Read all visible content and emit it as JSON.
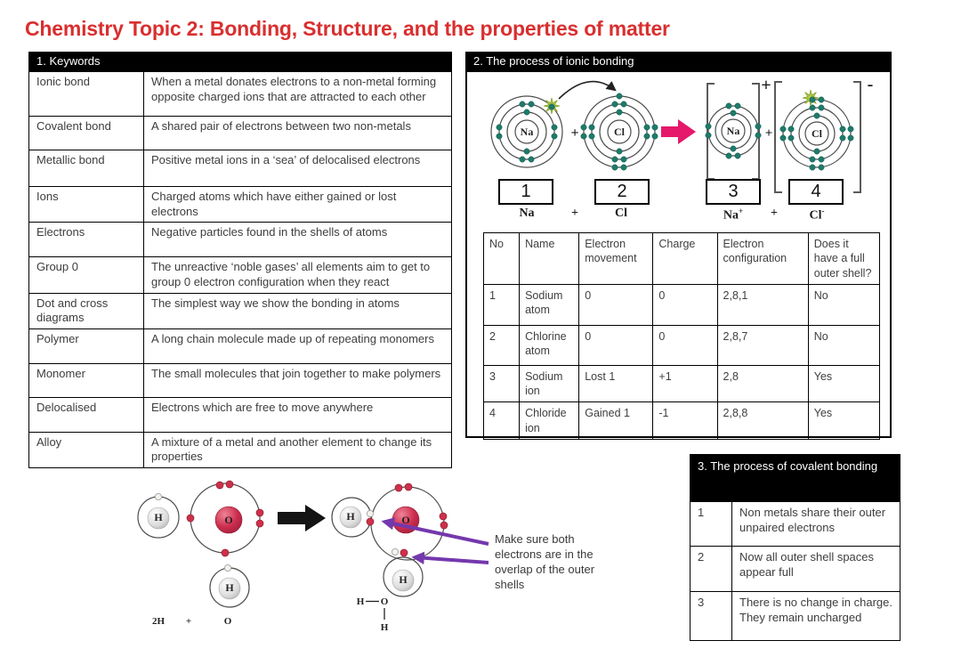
{
  "title": "Chemistry Topic 2: Bonding, Structure, and the properties of matter",
  "keywords": {
    "header": "1. Keywords",
    "rows": [
      [
        "Ionic bond",
        "When a metal donates electrons to a non-metal forming opposite charged ions that are attracted to each other"
      ],
      [
        "Covalent bond",
        "A shared pair of electrons between two non-metals"
      ],
      [
        "Metallic bond",
        "Positive metal ions in a ‘sea’ of delocalised electrons"
      ],
      [
        "Ions",
        "Charged atoms which have either gained or lost electrons"
      ],
      [
        "Electrons",
        "Negative particles found in the shells of atoms"
      ],
      [
        "Group 0",
        "The unreactive ‘noble gases’ all elements aim to get to group 0 electron configuration when they react"
      ],
      [
        "Dot and cross diagrams",
        "The simplest way we show the bonding in atoms"
      ],
      [
        "Polymer",
        "A long chain molecule made up of repeating monomers"
      ],
      [
        "Monomer",
        "The small molecules that join together to make polymers"
      ],
      [
        "Delocalised",
        "Electrons which are free to move anywhere"
      ],
      [
        "Alloy",
        "A mixture of a metal and another element to change its properties"
      ]
    ]
  },
  "ionic": {
    "header": "2. The process of ionic bonding",
    "diagram": {
      "na": "Na",
      "cl": "Cl",
      "plus": "+",
      "big_plus": "+",
      "big_minus": "-",
      "boxes": [
        "1",
        "2",
        "3",
        "4"
      ],
      "caption": {
        "r_left": "Na",
        "r_plus": "+",
        "r_right": "Cl",
        "p_left": "Na",
        "p_left_sup": "+",
        "p_plus": "+",
        "p_right": "Cl",
        "p_right_sup": "-"
      }
    },
    "table": {
      "headers": [
        "No",
        "Name",
        "Electron movement",
        "Charge",
        "Electron configuration",
        "Does it have a full outer shell?"
      ],
      "rows": [
        [
          "1",
          "Sodium atom",
          "0",
          "0",
          "2,8,1",
          "No"
        ],
        [
          "2",
          "Chlorine atom",
          "0",
          "0",
          "2,8,7",
          "No"
        ],
        [
          "3",
          "Sodium ion",
          "Lost 1",
          "+1",
          "2,8",
          "Yes"
        ],
        [
          "4",
          "Chloride ion",
          "Gained 1",
          "-1",
          "2,8,8",
          "Yes"
        ]
      ]
    }
  },
  "covalent": {
    "header": "3. The process of covalent bonding",
    "rows": [
      [
        "1",
        "Non metals share their outer unpaired electrons"
      ],
      [
        "2",
        "Now all outer shell spaces appear full"
      ],
      [
        "3",
        "There is no change in charge. They remain uncharged"
      ]
    ]
  },
  "water": {
    "annotation": "Make sure both electrons are in the overlap of the outer shells",
    "labels": {
      "h": "H",
      "o": "O"
    },
    "caption": {
      "left": "2H",
      "plus": "+",
      "right": "O"
    },
    "formula": {
      "h1": "H",
      "o": "O",
      "h2": "H"
    }
  },
  "colors": {
    "title_red": "#d92f2f",
    "electron_teal": "#1e7a6a",
    "electron_red": "#cf3049",
    "reaction_arrow_pink": "#e5186b",
    "transfer_star_green": "#aec944",
    "annotation_arrow_purple": "#7438ad",
    "header_black": "#000000"
  }
}
